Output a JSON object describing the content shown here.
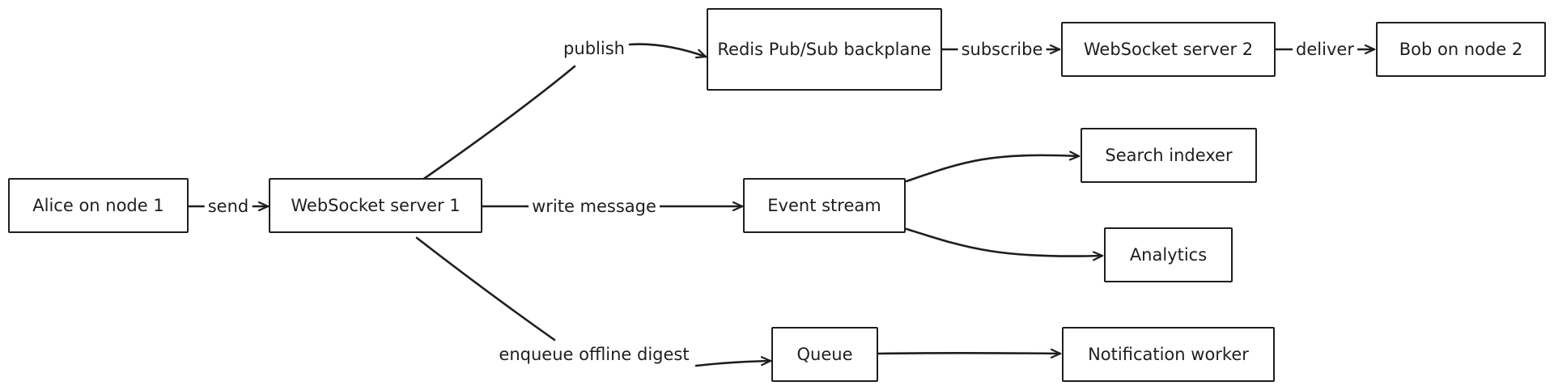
{
  "colors": {
    "stroke": "#1e1e1e",
    "background": "#ffffff"
  },
  "nodes": {
    "alice": "Alice on node 1",
    "ws1": "WebSocket server 1",
    "redis": "Redis Pub/Sub backplane",
    "ws2": "WebSocket server 2",
    "bob": "Bob on node 2",
    "event_stream": "Event stream",
    "search_indexer": "Search indexer",
    "analytics": "Analytics",
    "queue": "Queue",
    "notification_worker": "Notification worker"
  },
  "edges": {
    "send": "send",
    "publish": "publish",
    "subscribe": "subscribe",
    "deliver": "deliver",
    "write_message": "write message",
    "enqueue_offline_digest": "enqueue offline digest"
  }
}
